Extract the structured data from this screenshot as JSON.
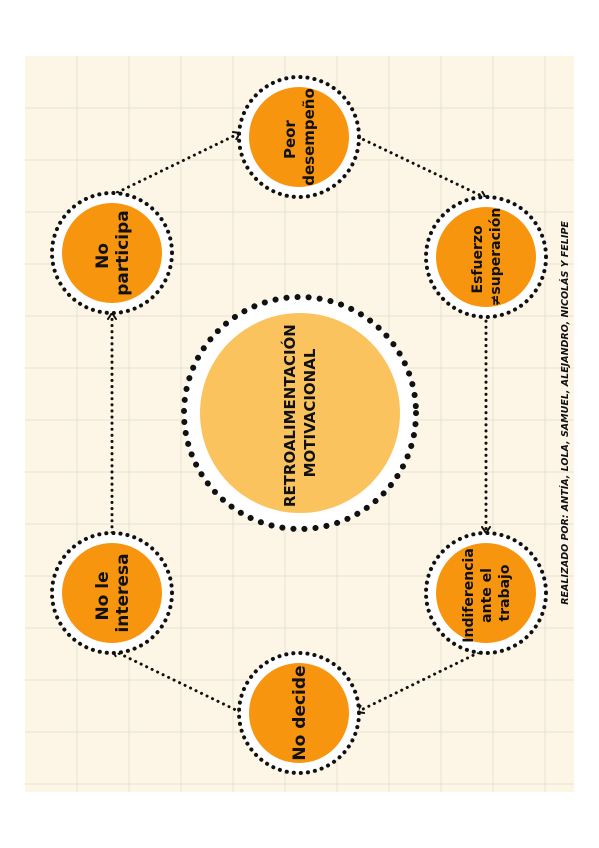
{
  "center": {
    "label_lines": [
      "RETROALIMENTACIÓN",
      "MOTIVACIONAL"
    ]
  },
  "nodes": [
    {
      "id": "no-participa",
      "lines": [
        "No",
        "participa"
      ]
    },
    {
      "id": "peor-desempeno",
      "lines": [
        "Peor",
        "desempeño"
      ]
    },
    {
      "id": "esfuerzo-superacion",
      "lines": [
        "Esfuerzo",
        "≠superación"
      ]
    },
    {
      "id": "indiferencia",
      "lines": [
        "Indiferencia",
        "ante el",
        "trabajo"
      ]
    },
    {
      "id": "no-decide",
      "lines": [
        "No decide"
      ]
    },
    {
      "id": "no-le-interesa",
      "lines": [
        "No le",
        "interesa"
      ]
    }
  ],
  "credits": "REALIZADO POR: ANTÍA, LOLA, SAMUEL, ALEJANDRO, NICOLÁS Y FELIPE",
  "colors": {
    "paper": "#fdf6e7",
    "grid": "#e8e1d1",
    "node_fill": "#f8950f",
    "center_fill": "#fbc35d",
    "dots": "#111111"
  }
}
